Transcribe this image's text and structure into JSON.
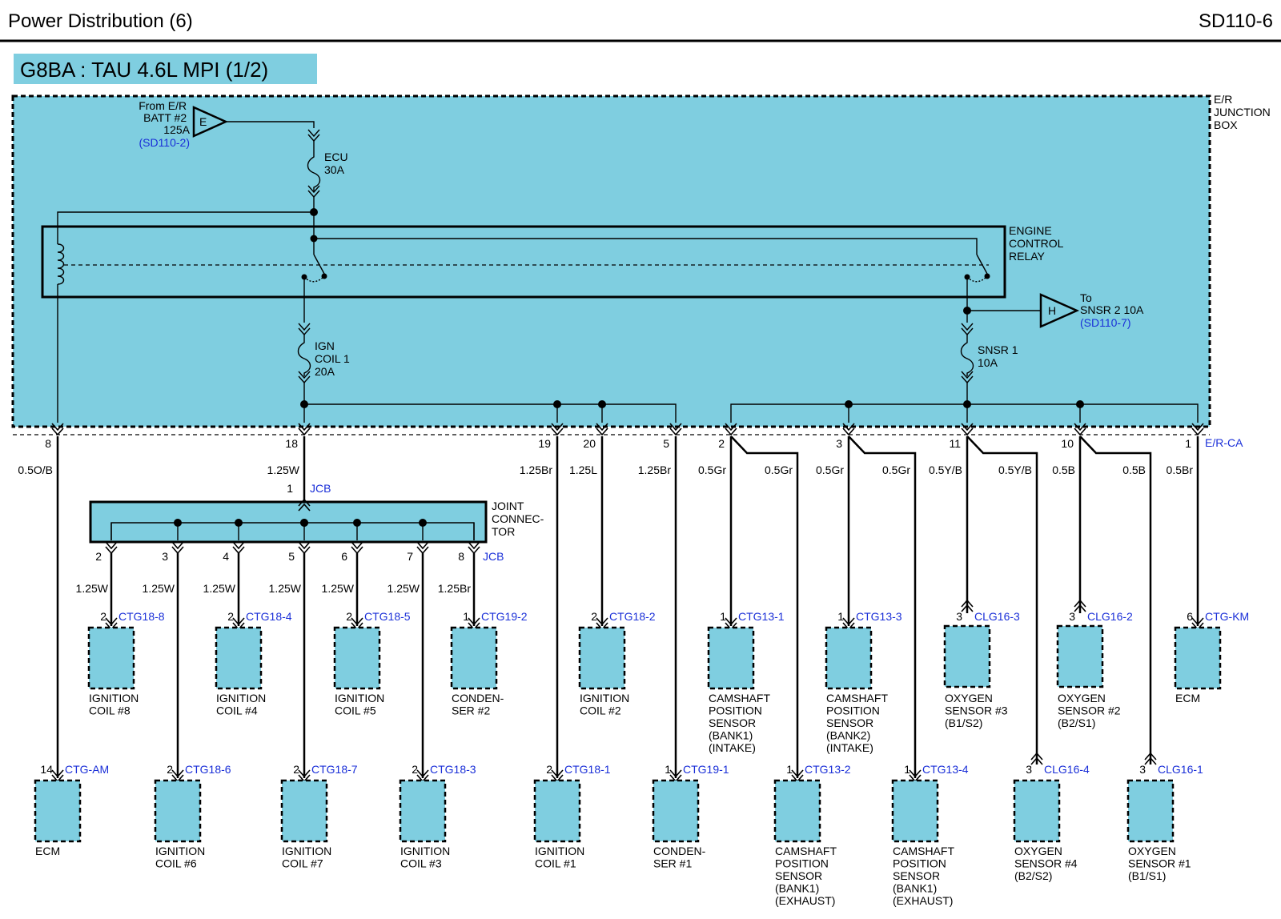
{
  "header": {
    "title": "Power Distribution (6)",
    "code": "SD110-6"
  },
  "subtitle": "G8BA : TAU 4.6L MPI (1/2)",
  "junction_box": {
    "label": [
      "E/R",
      "JUNCTION",
      "BOX"
    ],
    "connector": "E/R-CA"
  },
  "source": {
    "lines": [
      "From E/R",
      "BATT #2",
      "125A"
    ],
    "ref": "(SD110-2)",
    "tag": "E"
  },
  "fuses": {
    "ecu": [
      "ECU",
      "30A"
    ],
    "ign": [
      "IGN",
      "COIL 1",
      "20A"
    ],
    "snsr": [
      "SNSR 1",
      "10A"
    ]
  },
  "relay": [
    "ENGINE",
    "CONTROL",
    "RELAY"
  ],
  "to_snsr2": {
    "lines": [
      "To",
      "SNSR 2 10A"
    ],
    "ref": "(SD110-7)",
    "tag": "H"
  },
  "joint": {
    "label": [
      "JOINT",
      "CONNEC-",
      "TOR"
    ],
    "name": "JCB",
    "in_pin": "1"
  },
  "pins": [
    {
      "pin": "8",
      "wire": "0.5O/B"
    },
    {
      "pin": "18",
      "wire": "1.25W"
    },
    {
      "pin": "19",
      "wire": "1.25Br"
    },
    {
      "pin": "20",
      "wire": "1.25L"
    },
    {
      "pin": "5",
      "wire": "1.25Br"
    },
    {
      "pin": "2",
      "wire": "0.5Gr",
      "wire2": "0.5Gr"
    },
    {
      "pin": "3",
      "wire": "0.5Gr",
      "wire2": "0.5Gr"
    },
    {
      "pin": "11",
      "wire": "0.5Y/B",
      "wire2": "0.5Y/B"
    },
    {
      "pin": "10",
      "wire": "0.5B",
      "wire2": "0.5B"
    },
    {
      "pin": "1",
      "wire": "0.5Br"
    }
  ],
  "joint_outputs": [
    {
      "pin": "2",
      "wire": "1.25W"
    },
    {
      "pin": "3",
      "wire": "1.25W"
    },
    {
      "pin": "4",
      "wire": "1.25W"
    },
    {
      "pin": "5",
      "wire": "1.25W"
    },
    {
      "pin": "6",
      "wire": "1.25W"
    },
    {
      "pin": "7",
      "wire": "1.25W"
    },
    {
      "pin": "8",
      "wire": "1.25Br"
    }
  ],
  "components_upper": [
    {
      "pin": "2",
      "conn": "CTG18-8",
      "name": [
        "IGNITION",
        "COIL #8"
      ]
    },
    {
      "pin": "2",
      "conn": "CTG18-4",
      "name": [
        "IGNITION",
        "COIL #4"
      ]
    },
    {
      "pin": "2",
      "conn": "CTG18-5",
      "name": [
        "IGNITION",
        "COIL #5"
      ]
    },
    {
      "pin": "1",
      "conn": "CTG19-2",
      "name": [
        "CONDEN-",
        "SER #2"
      ]
    },
    {
      "pin": "2",
      "conn": "CTG18-2",
      "name": [
        "IGNITION",
        "COIL #2"
      ]
    },
    {
      "pin": "1",
      "conn": "CTG13-1",
      "name": [
        "CAMSHAFT",
        "POSITION",
        "SENSOR",
        "(BANK1)",
        "(INTAKE)"
      ]
    },
    {
      "pin": "1",
      "conn": "CTG13-3",
      "name": [
        "CAMSHAFT",
        "POSITION",
        "SENSOR",
        "(BANK2)",
        "(INTAKE)"
      ]
    },
    {
      "pin": "3",
      "conn": "CLG16-3",
      "name": [
        "OXYGEN",
        "SENSOR #3",
        "(B1/S2)"
      ]
    },
    {
      "pin": "3",
      "conn": "CLG16-2",
      "name": [
        "OXYGEN",
        "SENSOR #2",
        "(B2/S1)"
      ]
    },
    {
      "pin": "6",
      "conn": "CTG-KM",
      "name": [
        "ECM"
      ]
    }
  ],
  "components_lower": [
    {
      "pin": "14",
      "conn": "CTG-AM",
      "name": [
        "ECM"
      ]
    },
    {
      "pin": "2",
      "conn": "CTG18-6",
      "name": [
        "IGNITION",
        "COIL #6"
      ]
    },
    {
      "pin": "2",
      "conn": "CTG18-7",
      "name": [
        "IGNITION",
        "COIL #7"
      ]
    },
    {
      "pin": "2",
      "conn": "CTG18-3",
      "name": [
        "IGNITION",
        "COIL #3"
      ]
    },
    {
      "pin": "2",
      "conn": "CTG18-1",
      "name": [
        "IGNITION",
        "COIL #1"
      ]
    },
    {
      "pin": "1",
      "conn": "CTG19-1",
      "name": [
        "CONDEN-",
        "SER #1"
      ]
    },
    {
      "pin": "1",
      "conn": "CTG13-2",
      "name": [
        "CAMSHAFT",
        "POSITION",
        "SENSOR",
        "(BANK1)",
        "(EXHAUST)"
      ]
    },
    {
      "pin": "1",
      "conn": "CTG13-4",
      "name": [
        "CAMSHAFT",
        "POSITION",
        "SENSOR",
        "(BANK1)",
        "(EXHAUST)"
      ]
    },
    {
      "pin": "3",
      "conn": "CLG16-4",
      "name": [
        "OXYGEN",
        "SENSOR #4",
        "(B2/S2)"
      ]
    },
    {
      "pin": "3",
      "conn": "CLG16-1",
      "name": [
        "OXYGEN",
        "SENSOR #1",
        "(B1/S1)"
      ]
    }
  ],
  "colors": {
    "box_fill": "#7fcee0",
    "ref_text": "#1a2fd8",
    "subtitle_bg": "#7fcee0"
  }
}
